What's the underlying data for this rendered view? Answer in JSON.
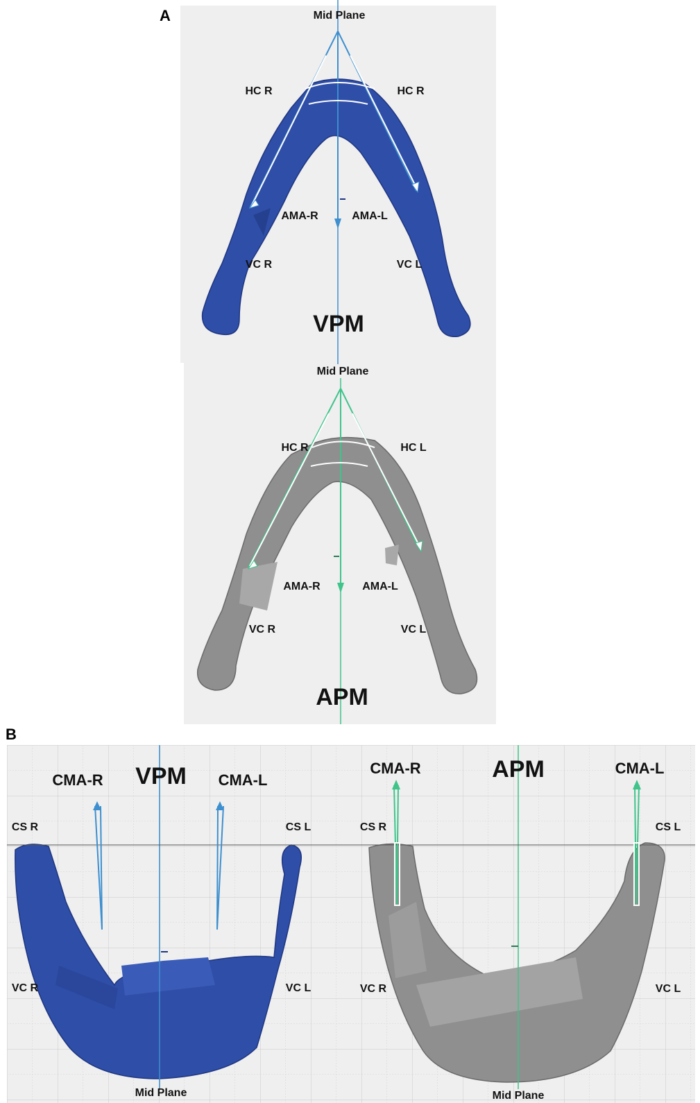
{
  "panelA": {
    "letter": "A",
    "top": {
      "mid_plane": "Mid Plane",
      "hc_right_label": "HC R",
      "hc_left_label": "HC R",
      "ama_r": "AMA-R",
      "ama_l": "AMA-L",
      "vc_r": "VC R",
      "vc_l": "VC L",
      "model": "VPM",
      "color": "#3d8fcf",
      "bone": "#2f4ea8"
    },
    "bottom": {
      "mid_plane": "Mid Plane",
      "hc_right_label": "HC R",
      "hc_left_label": "HC L",
      "ama_r": "AMA-R",
      "ama_l": "AMA-L",
      "vc_r": "VC R",
      "vc_l": "VC L",
      "model": "APM",
      "color": "#3fc48a",
      "bone": "#8f8f8f"
    }
  },
  "panelB": {
    "letter": "B",
    "left": {
      "model": "VPM",
      "cma_r": "CMA-R",
      "cma_l": "CMA-L",
      "cs_r": "CS R",
      "cs_l": "CS L",
      "vc_r": "VC R",
      "vc_l": "VC L",
      "mid_plane": "Mid Plane",
      "color": "#3d8fcf",
      "bone": "#2f4ea8"
    },
    "right": {
      "model": "APM",
      "cma_r": "CMA-R",
      "cma_l": "CMA-L",
      "cs_r": "CS R",
      "cs_l": "CS L",
      "vc_r": "VC R",
      "vc_l": "VC L",
      "mid_plane": "Mid Plane",
      "color": "#3fc48a",
      "bone": "#8f8f8f"
    }
  }
}
